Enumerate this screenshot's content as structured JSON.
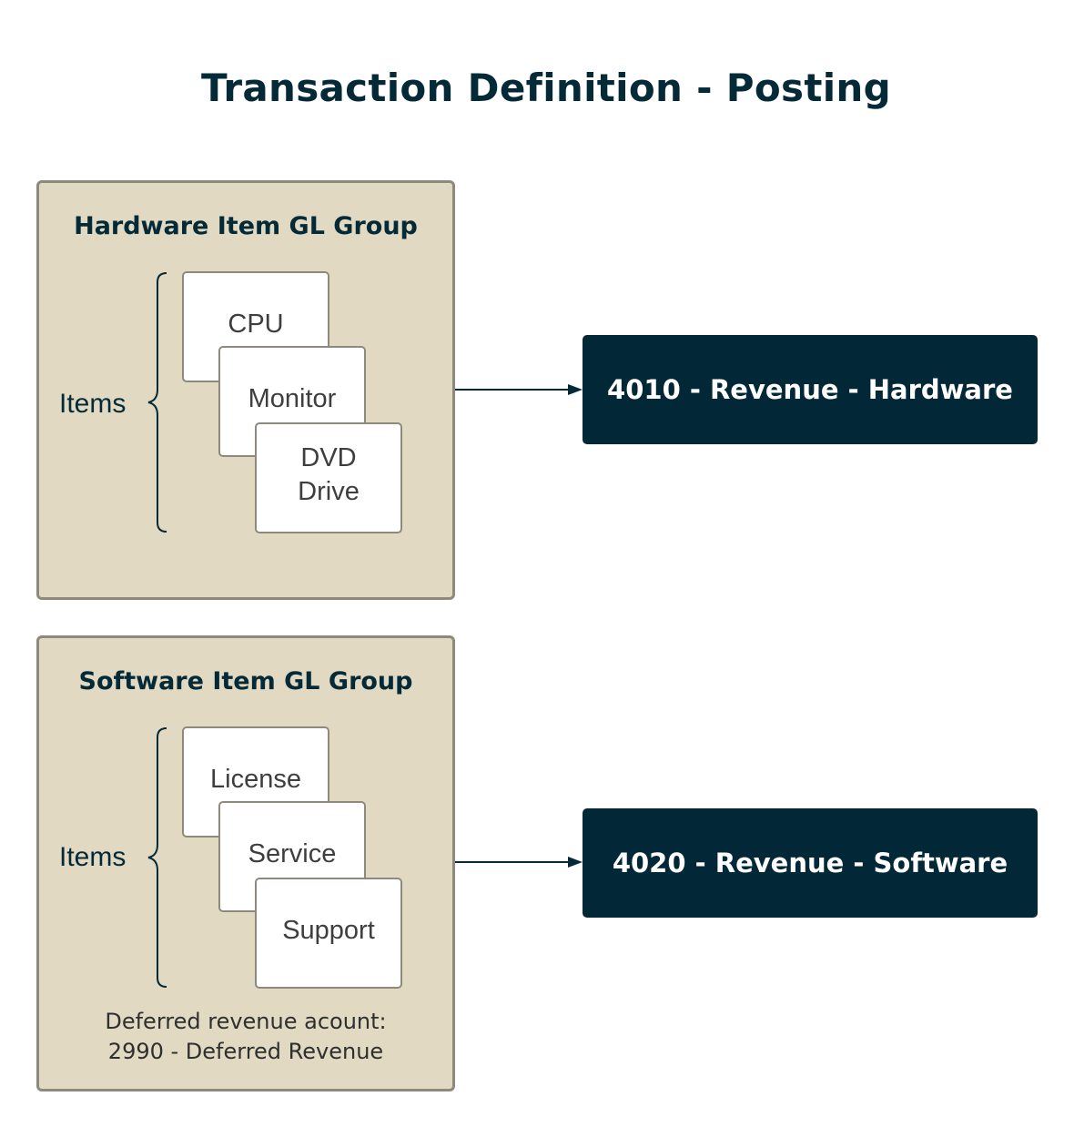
{
  "title": "Transaction Definition - Posting",
  "hardware": {
    "group_title": "Hardware Item GL Group",
    "items_label": "Items",
    "items": [
      "CPU",
      "Monitor",
      "DVD",
      "Drive"
    ],
    "account": "4010 - Revenue - Hardware"
  },
  "software": {
    "group_title": "Software Item GL Group",
    "items_label": "Items",
    "items": [
      "License",
      "Service",
      "Support"
    ],
    "account": "4020 - Revenue - Software",
    "deferred_line1": "Deferred revenue acount:",
    "deferred_line2": "2990 - Deferred Revenue"
  },
  "colors": {
    "group_fill": "#e1d9c2",
    "group_border": "#8d8a7d",
    "account_fill": "#022838",
    "text_dark": "#042a38"
  }
}
